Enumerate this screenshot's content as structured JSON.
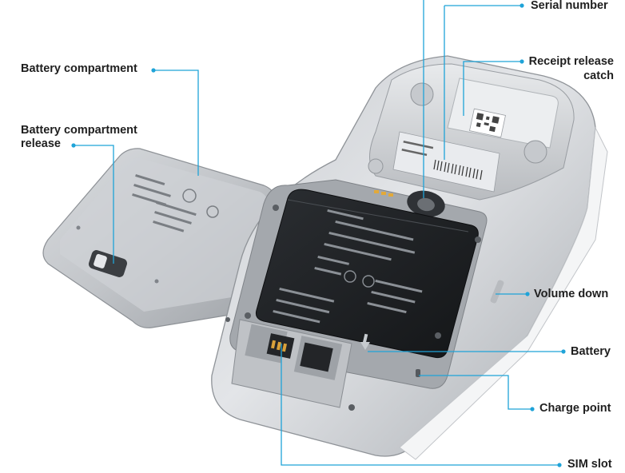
{
  "labels": {
    "serial_number": "Serial number",
    "receipt_release_catch_1": "Receipt release",
    "receipt_release_catch_2": "catch",
    "battery_compartment": "Battery compartment",
    "battery_compartment_release_1": "Battery compartment",
    "battery_compartment_release_2": "release",
    "volume_down": "Volume down",
    "battery": "Battery",
    "charge_point": "Charge point",
    "sim_slot": "SIM slot"
  },
  "colors": {
    "leader_line": "#1fa3d8",
    "device_body": "#d4d7db",
    "device_shadow": "#9fa3a8",
    "battery": "#1e2124",
    "text": "#1f1f1f"
  }
}
